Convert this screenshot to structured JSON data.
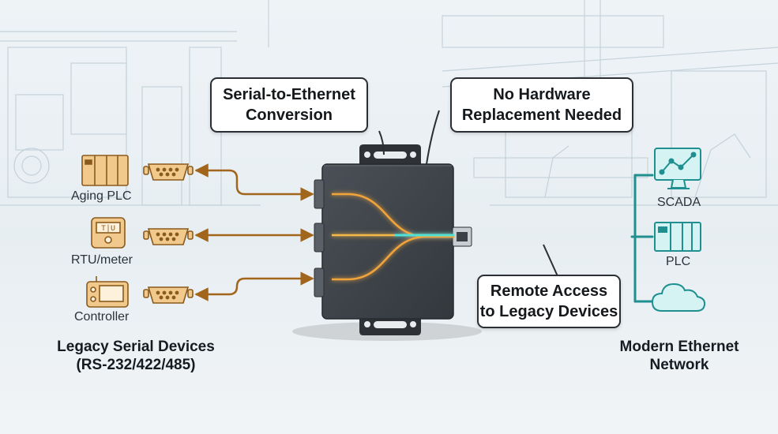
{
  "callouts": {
    "conversion": {
      "line1": "Serial-to-Ethernet",
      "line2": "Conversion"
    },
    "no_replacement": {
      "line1": "No Hardware",
      "line2": "Replacement Needed"
    },
    "remote_access": {
      "line1": "Remote Access",
      "line2": "to Legacy Devices"
    }
  },
  "legacy": {
    "devices": [
      {
        "label": "Aging PLC",
        "icon": "plc-icon"
      },
      {
        "label": "RTU/meter",
        "icon": "rtu-meter-icon"
      },
      {
        "label": "Controller",
        "icon": "controller-icon"
      }
    ],
    "group_label": {
      "line1": "Legacy Serial Devices",
      "line2": "(RS-232/422/485)"
    }
  },
  "network": {
    "devices": [
      {
        "label": "SCADA",
        "icon": "monitor-chart-icon"
      },
      {
        "label": "PLC",
        "icon": "plc-icon"
      },
      {
        "label": "",
        "icon": "cloud-icon"
      }
    ],
    "group_label": {
      "line1": "Modern Ethernet",
      "line2": "Network"
    }
  },
  "colors": {
    "serial_line": "#a2651c",
    "icon_fill": "#f1c98d",
    "icon_stroke": "#8a5a1c",
    "ethernet": "#2bc9c0",
    "network_icon": "#1f8f90",
    "device_body": "#3b4046"
  }
}
